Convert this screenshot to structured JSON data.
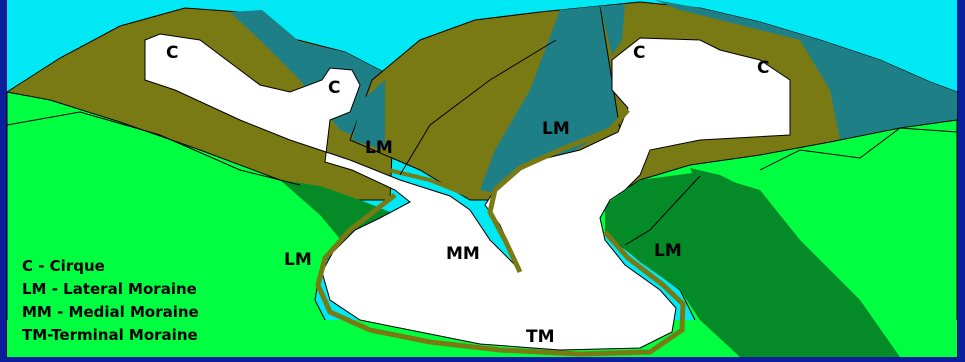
{
  "colors": {
    "frame": "#0b1e9c",
    "sky": "#00e8f4",
    "mountain_olive": "#7a7a14",
    "mountain_teal": "#1e7f86",
    "grass_light": "#00ff40",
    "grass_dark": "#058a28",
    "ice": "#ffffff",
    "moraine_outline": "#7a7a14"
  },
  "labels": {
    "cirque_1": "C",
    "cirque_2": "C",
    "cirque_3": "C",
    "cirque_4": "C",
    "lm_center_left": "LM",
    "lm_center_right": "LM",
    "lm_left": "LM",
    "lm_right": "LM",
    "mm": "MM",
    "tm": "TM"
  },
  "legend": [
    "C - Cirque",
    "LM - Lateral Moraine",
    "MM - Medial Moraine",
    "TM-Terminal Moraine"
  ]
}
